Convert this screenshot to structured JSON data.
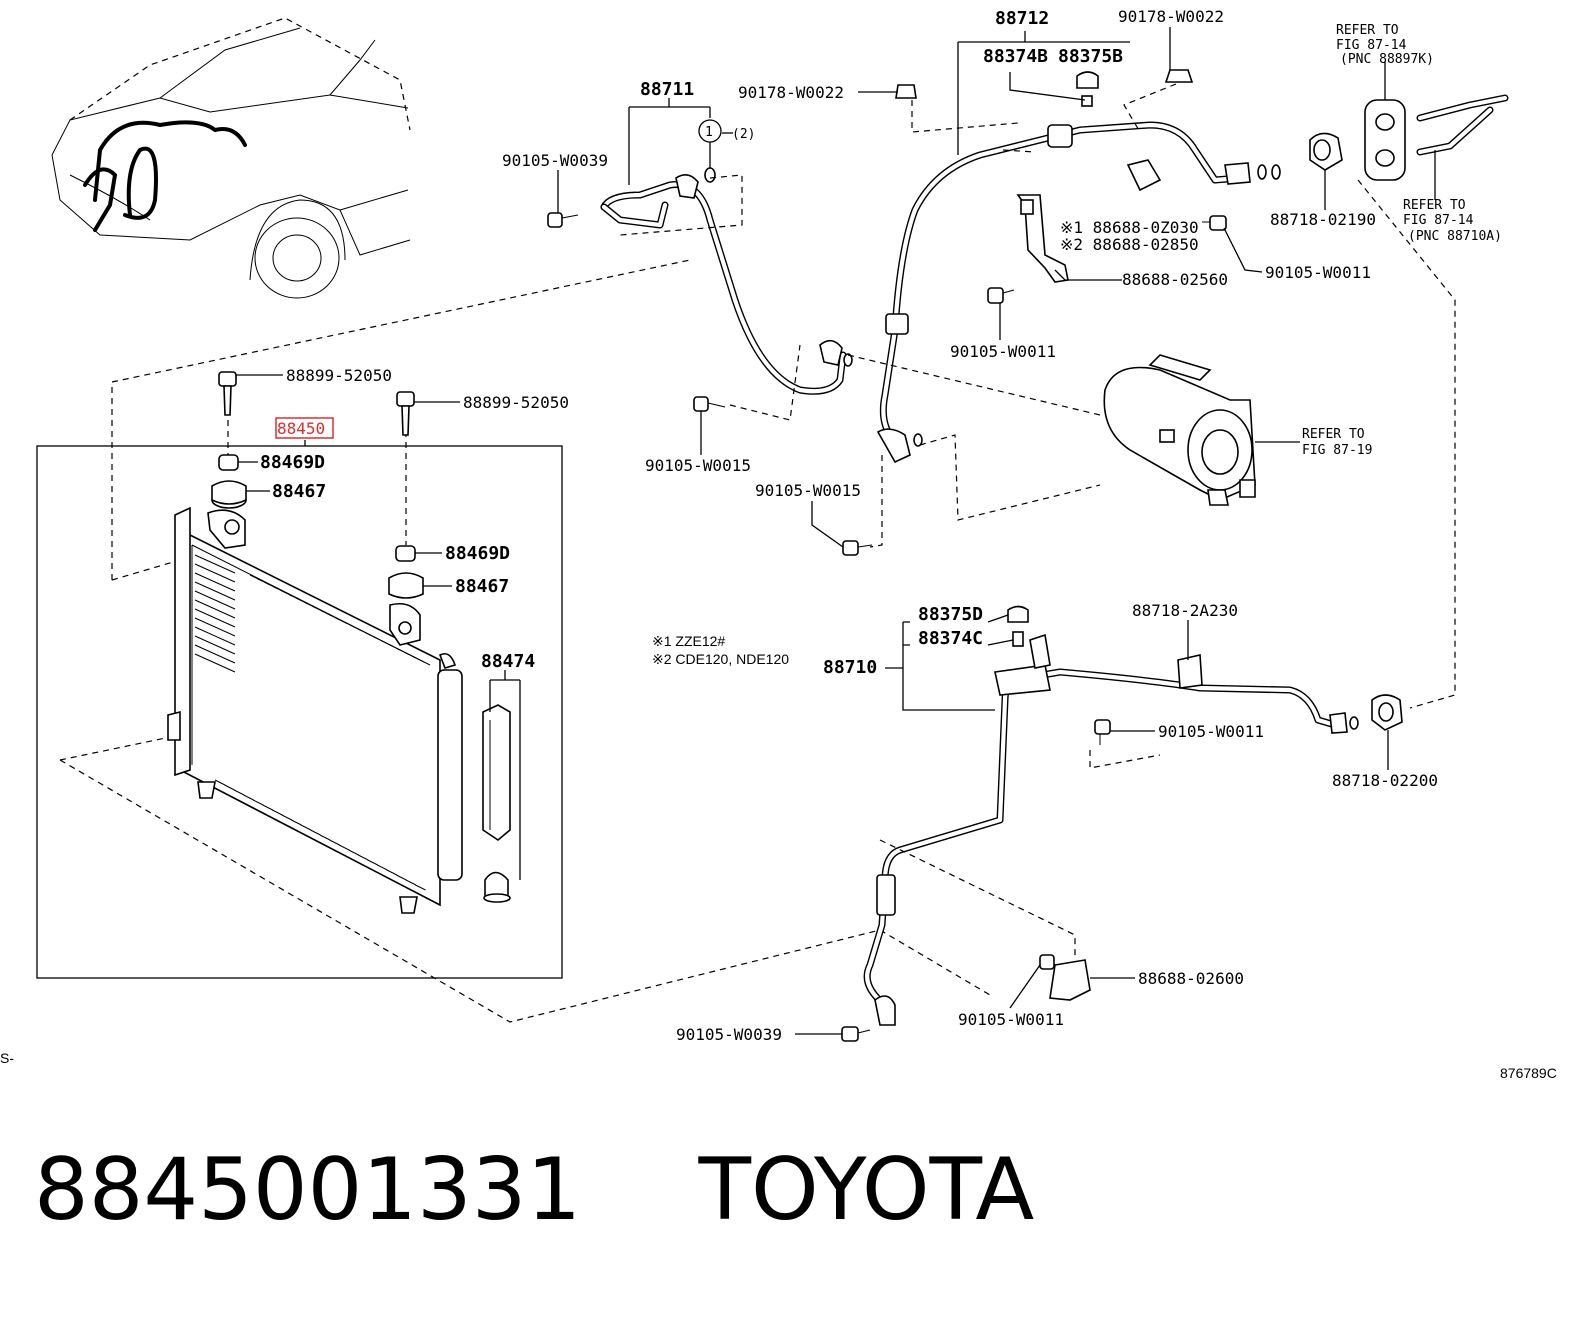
{
  "diagram": {
    "highlighted_part": "88450",
    "corner_left_code": "S-",
    "figure_code": "876789C",
    "notes": [
      "※1  ZZE12#",
      "※2  CDE120, NDE120"
    ],
    "labels": {
      "p88711": "88711",
      "p88712": "88712",
      "p88374b": "88374B",
      "p88375b": "88375B",
      "p90178a": "90178-W0022",
      "p90178b": "90178-W0022",
      "p90105_39a": "90105-W0039",
      "p1_2": "(2)",
      "p1_circle": "1",
      "refer1_a": "REFER TO",
      "refer1_b": "FIG 87-14",
      "refer1_c": "(PNC 88897K)",
      "refer2_a": "REFER TO",
      "refer2_b": "FIG 87-14",
      "refer2_c": "(PNC 88710A)",
      "refer3_a": "REFER TO",
      "refer3_b": "FIG 87-19",
      "p88718_02190": "88718-02190",
      "p88688_0z030": "※1 88688-0Z030",
      "p88688_02850": "※2 88688-02850",
      "p88688_02560": "88688-02560",
      "p90105_11a": "90105-W0011",
      "p90105_11b": "90105-W0011",
      "p88899a": "88899-52050",
      "p88899b": "88899-52050",
      "p88469d_a": "88469D",
      "p88469d_b": "88469D",
      "p88467_a": "88467",
      "p88467_b": "88467",
      "p88474": "88474",
      "p90105_15a": "90105-W0015",
      "p90105_15b": "90105-W0015",
      "p88375d": "88375D",
      "p88374c": "88374C",
      "p88710": "88710",
      "p88718_2a230": "88718-2A230",
      "p90105_11c": "90105-W0011",
      "p88718_02200": "88718-02200",
      "p88688_02600": "88688-02600",
      "p90105_11d": "90105-W0011",
      "p90105_39b": "90105-W0039"
    }
  },
  "caption": {
    "part_number": "8845001331",
    "brand": "TOYOTA"
  }
}
